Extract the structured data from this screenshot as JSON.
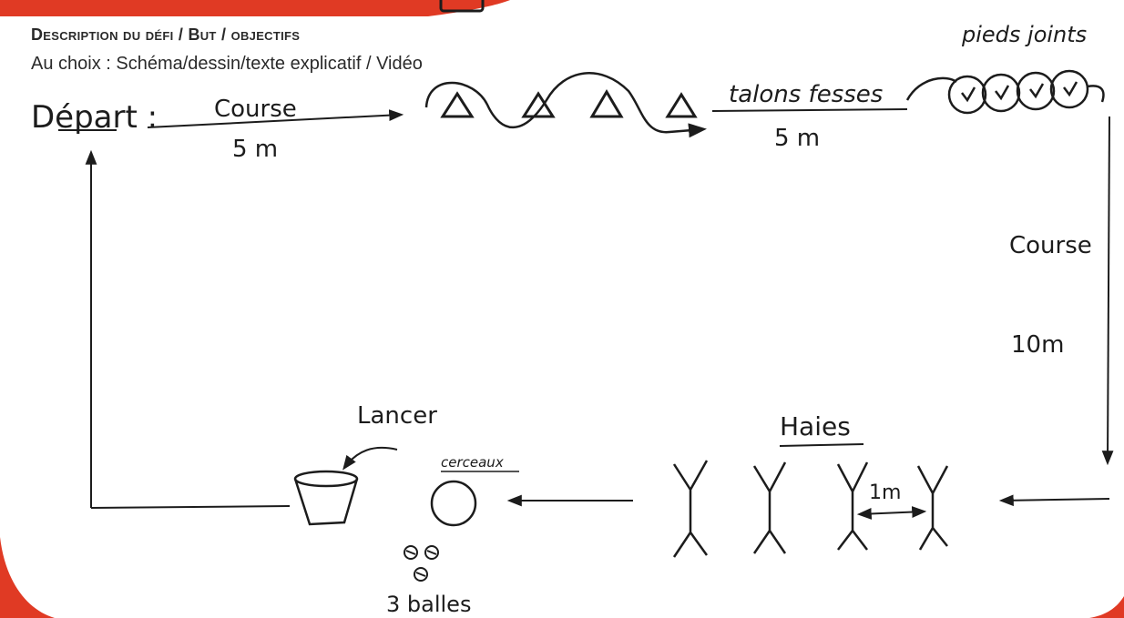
{
  "header": {
    "title": "Description du défi / But / objectifs",
    "subtitle": "Au choix : Schéma/dessin/texte explicatif / Vidéo"
  },
  "labels": {
    "start": "Départ :",
    "run1": "Course",
    "run1_dist": "5 m",
    "heels": "talons fesses",
    "heels_dist": "5 m",
    "feet": "pieds joints",
    "run2": "Course",
    "run2_dist": "10m",
    "hurdles": "Haies",
    "hurdle_gap": "1m",
    "throw": "Lancer",
    "hoops": "cerceaux",
    "balls": "3 balles"
  },
  "colors": {
    "accent": "#e03a24",
    "ink": "#1c1c1c"
  }
}
